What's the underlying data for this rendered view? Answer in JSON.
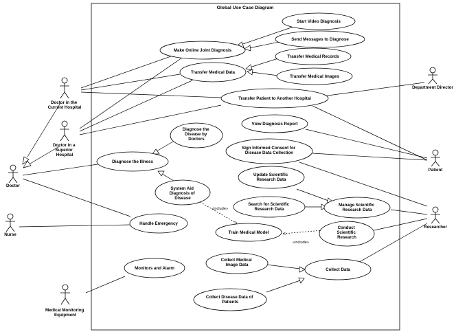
{
  "system_title": "Global Use Case Diagram",
  "actors": {
    "doctor_current": [
      "Doctor in the",
      "Current Hospital"
    ],
    "doctor_superior": [
      "Doctor in a",
      "Superior",
      "Hospital"
    ],
    "doctor": [
      "Doctor"
    ],
    "nurse": [
      "Nurse"
    ],
    "monitoring": [
      "Medical Monitoring",
      "Equipment"
    ],
    "director": [
      "Department Director"
    ],
    "patient": [
      "Patient"
    ],
    "researcher": [
      "Researcher"
    ]
  },
  "use_cases": {
    "start_video": [
      "Start Video Diagnosis"
    ],
    "send_messages": [
      "Send Messages to Diagnose"
    ],
    "joint_diagnosis": [
      "Make Online Joint Diagnosis"
    ],
    "transfer_records": [
      "Transfer Medical Records"
    ],
    "transfer_data": [
      "Transfer Medical Data"
    ],
    "transfer_images": [
      "Transfer Medical Images"
    ],
    "transfer_patient": [
      "Transfer Patient to Another Hospital"
    ],
    "view_report": [
      "View Diagnosis Report"
    ],
    "diagnose_by_doctors": [
      "Diagnose the",
      "Disease by",
      "Doctors"
    ],
    "sign_consent": [
      "Sign Informed Consent for",
      "Disease Data Collection"
    ],
    "diagnose_illness": [
      "Diagnose the Illness"
    ],
    "update_research": [
      "Update Scientific",
      "Research Data"
    ],
    "ai_diagnosis": [
      "System Aid",
      "Diagnosis of",
      "Disease"
    ],
    "search_research": [
      "Search for Scientific",
      "Research Data"
    ],
    "manage_research": [
      "Manage Scientific",
      "Research Data"
    ],
    "handle_emergency": [
      "Handle Emergency"
    ],
    "conduct_research": [
      "Conduct",
      "Scientific",
      "Research"
    ],
    "train_model": [
      "Train Medical Model"
    ],
    "collect_images": [
      "Collect Medical",
      "Image Data"
    ],
    "monitors_alarm": [
      "Monitors and Alarm"
    ],
    "collect_data": [
      "Collect Data"
    ],
    "collect_disease": [
      "Collect Disease Data of",
      "Patients"
    ]
  },
  "stereotypes": {
    "include_ai": "«include»",
    "include_research": "«include»"
  }
}
